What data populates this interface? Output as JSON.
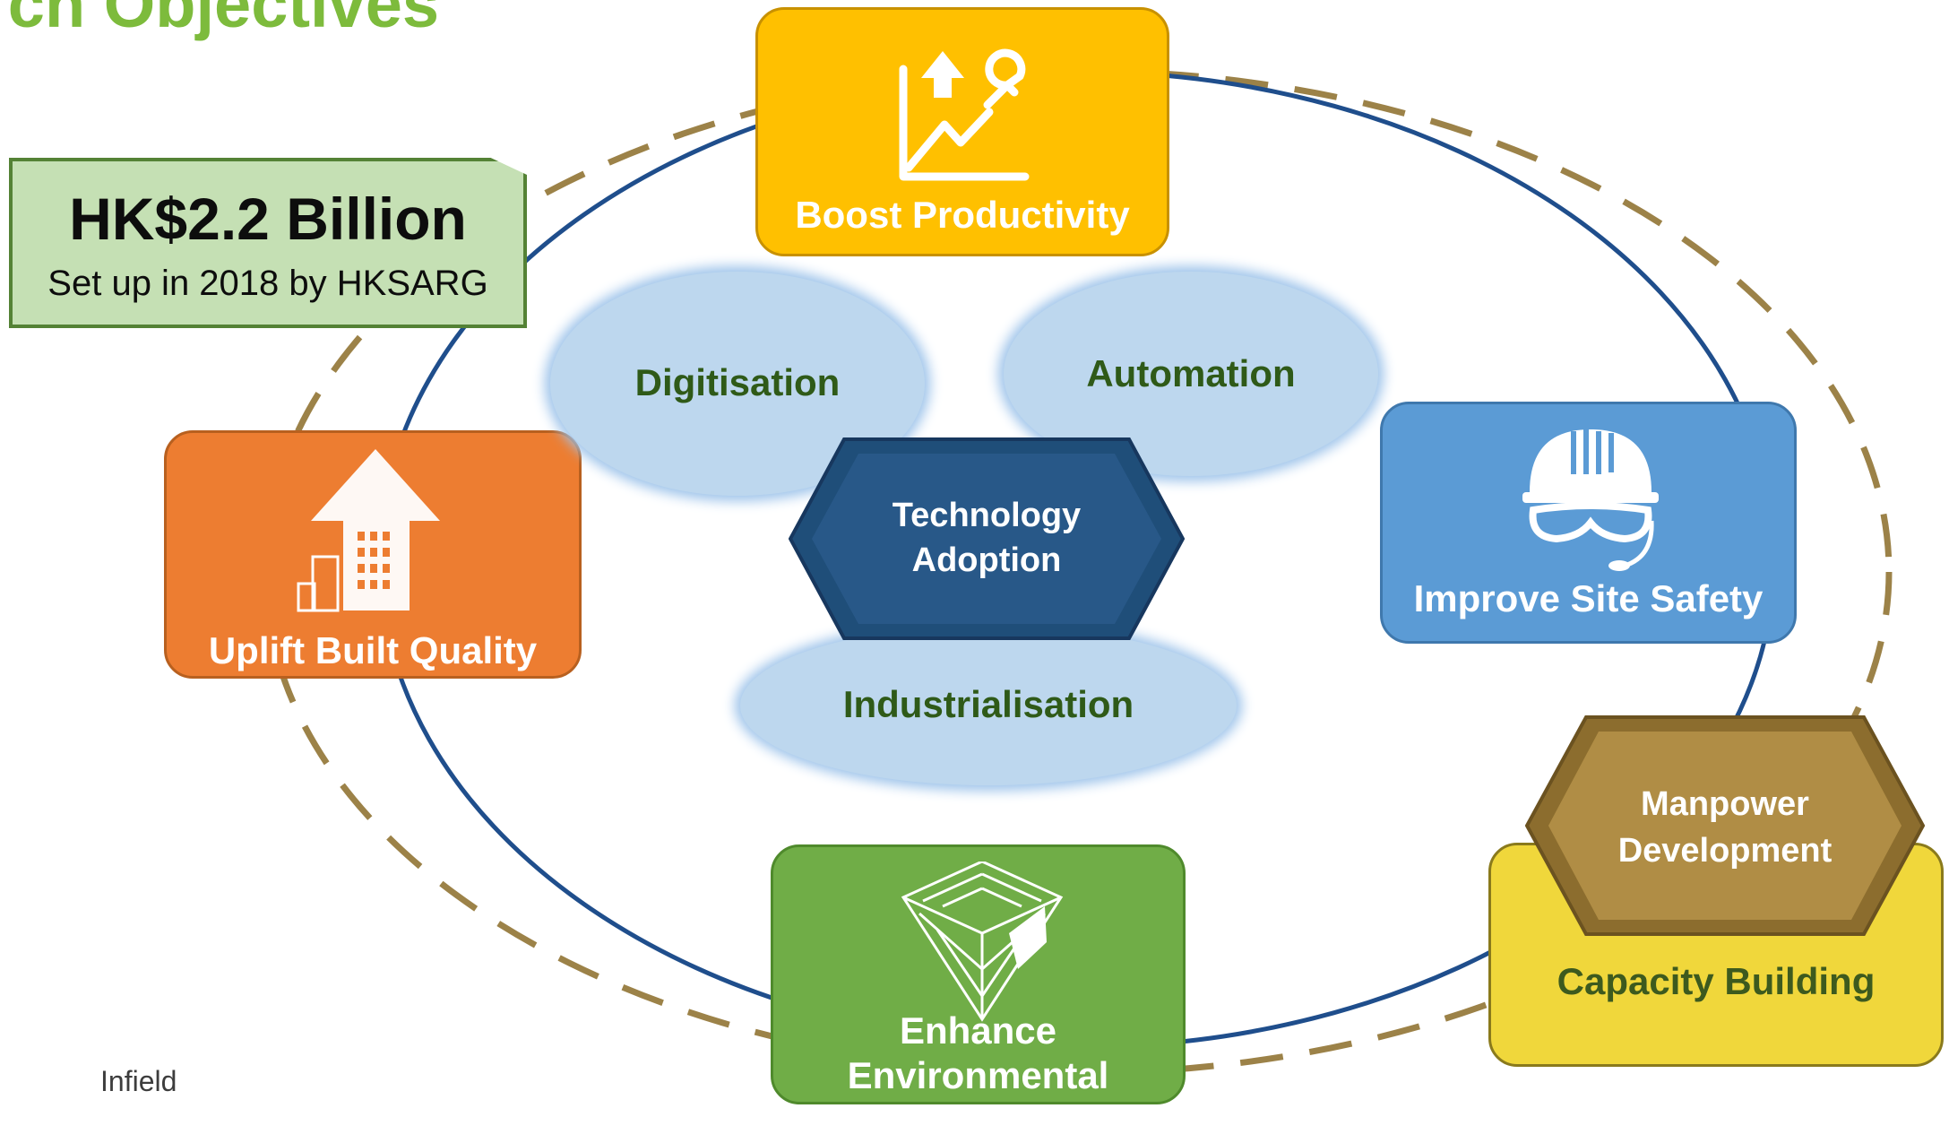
{
  "title": "rch Objectives",
  "fund": {
    "amount": "HK$2.2 Billion",
    "subtitle": "Set up in 2018 by HKSARG"
  },
  "objectives": {
    "productivity": "Boost Productivity",
    "quality": "Uplift Built Quality",
    "safety": "Improve Site Safety",
    "environment": "Enhance Environmental Performance",
    "capacity": "Capacity Building"
  },
  "pillars": {
    "digitisation": "Digitisation",
    "automation": "Automation",
    "industrialisation": "Industrialisation"
  },
  "center": {
    "line1": "Technology",
    "line2": "Adoption"
  },
  "manpower": {
    "line1": "Manpower",
    "line2": "Development"
  },
  "footer_fragment": "Infield",
  "colors": {
    "title_green": "#7dbb3c",
    "productivity": "#ffc000",
    "quality": "#ed7d31",
    "safety": "#5b9bd5",
    "environment": "#70ad47",
    "capacity": "#f0d73b",
    "center_hex": "#1f4e79",
    "manpower_hex": "#b08d45",
    "pillar_fill": "#bdd7ee",
    "ring_solid": "#1f4e8c",
    "ring_dashed": "#9c8248"
  },
  "icons": [
    "chart-wrench-icon",
    "building-arrow-icon",
    "hard-hat-goggles-icon",
    "green-cube-icon"
  ]
}
